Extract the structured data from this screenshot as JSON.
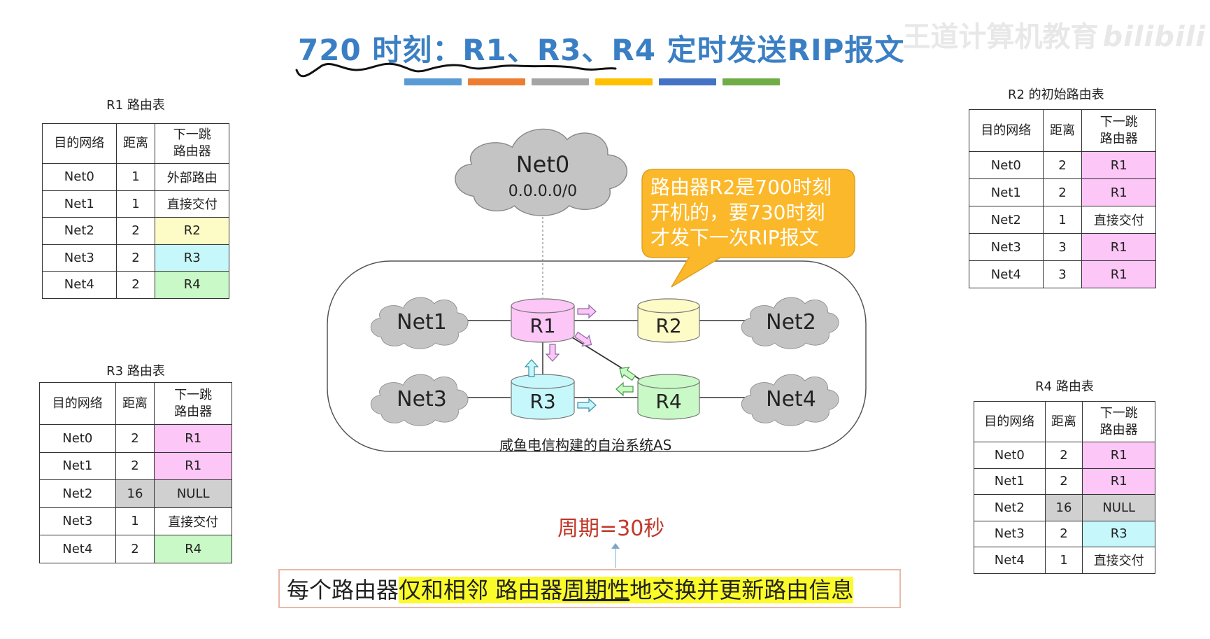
{
  "title": "720 时刻：R1、R3、R4 定时发送RIP报文",
  "watermark": {
    "channel": "王道计算机教育",
    "brand": "bilibili"
  },
  "title_colorbar": [
    "#5b9bd5",
    "#ed7d31",
    "#a5a5a5",
    "#ffc000",
    "#4472c4",
    "#70ad47"
  ],
  "table_headers": {
    "dest": "目的网络",
    "dist": "距离",
    "next_line1": "下一跳",
    "next_line2": "路由器"
  },
  "tables": {
    "r1": {
      "caption": "R1 路由表",
      "rows": [
        {
          "dest": "Net0",
          "dist": "1",
          "next": "外部路由",
          "color": ""
        },
        {
          "dest": "Net1",
          "dist": "1",
          "next": "直接交付",
          "color": ""
        },
        {
          "dest": "Net2",
          "dist": "2",
          "next": "R2",
          "color": "yellow"
        },
        {
          "dest": "Net3",
          "dist": "2",
          "next": "R3",
          "color": "cyan"
        },
        {
          "dest": "Net4",
          "dist": "2",
          "next": "R4",
          "color": "green"
        }
      ]
    },
    "r3": {
      "caption": "R3 路由表",
      "rows": [
        {
          "dest": "Net0",
          "dist": "2",
          "next": "R1",
          "color": "pink"
        },
        {
          "dest": "Net1",
          "dist": "2",
          "next": "R1",
          "color": "pink"
        },
        {
          "dest": "Net2",
          "dist": "16",
          "next": "NULL",
          "color": "gray",
          "dist_color": "gray"
        },
        {
          "dest": "Net3",
          "dist": "1",
          "next": "直接交付",
          "color": ""
        },
        {
          "dest": "Net4",
          "dist": "2",
          "next": "R4",
          "color": "green"
        }
      ]
    },
    "r2": {
      "caption": "R2 的初始路由表",
      "rows": [
        {
          "dest": "Net0",
          "dist": "2",
          "next": "R1",
          "color": "pink"
        },
        {
          "dest": "Net1",
          "dist": "2",
          "next": "R1",
          "color": "pink"
        },
        {
          "dest": "Net2",
          "dist": "1",
          "next": "直接交付",
          "color": ""
        },
        {
          "dest": "Net3",
          "dist": "3",
          "next": "R1",
          "color": "pink"
        },
        {
          "dest": "Net4",
          "dist": "3",
          "next": "R1",
          "color": "pink"
        }
      ]
    },
    "r4": {
      "caption": "R4 路由表",
      "rows": [
        {
          "dest": "Net0",
          "dist": "2",
          "next": "R1",
          "color": "pink"
        },
        {
          "dest": "Net1",
          "dist": "2",
          "next": "R1",
          "color": "pink"
        },
        {
          "dest": "Net2",
          "dist": "16",
          "next": "NULL",
          "color": "gray",
          "dist_color": "gray"
        },
        {
          "dest": "Net3",
          "dist": "2",
          "next": "R3",
          "color": "cyan"
        },
        {
          "dest": "Net4",
          "dist": "1",
          "next": "直接交付",
          "color": ""
        }
      ]
    }
  },
  "diagram": {
    "net0_name": "Net0",
    "net0_addr": "0.0.0.0/0",
    "nets": {
      "net1": "Net1",
      "net2": "Net2",
      "net3": "Net3",
      "net4": "Net4"
    },
    "routers": {
      "r1": "R1",
      "r2": "R2",
      "r3": "R3",
      "r4": "R4"
    },
    "router_colors": {
      "r1": "#fcc6f6",
      "r2": "#fdfbc6",
      "r3": "#c6f7fb",
      "r4": "#c9f9c6"
    },
    "as_label": "咸鱼电信构建的自治系统AS",
    "callout": [
      "路由器R2是700时刻",
      "开机的，要730时刻",
      "才发下一次RIP报文"
    ],
    "callout_color": "#fbb82a"
  },
  "period": "周期=30秒",
  "bottom": {
    "part1": "每个路由器",
    "part2": "仅和相邻",
    "part3": " 路由器",
    "part4": "周期性",
    "part5": "地交换并更新路由信息"
  }
}
